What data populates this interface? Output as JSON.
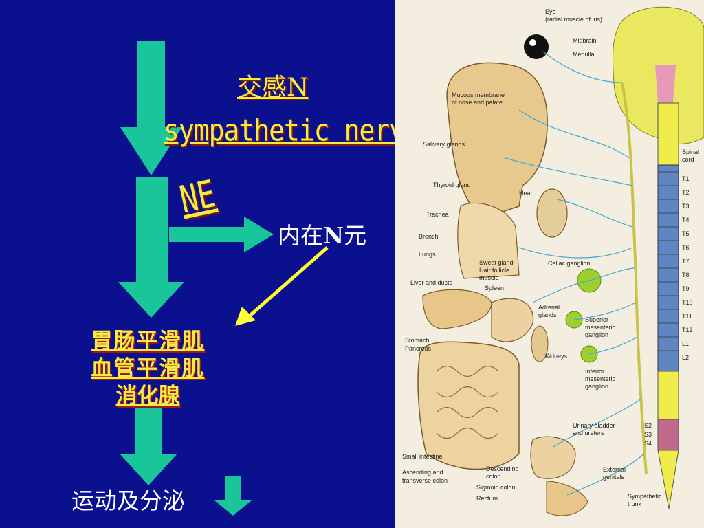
{
  "labels": {
    "sympathetic_cn": "交感N",
    "sympathetic_en": "sympathetic nerve",
    "transmitter": "NE",
    "intrinsic_neuron_prefix": "内在",
    "intrinsic_neuron_letter": "N",
    "intrinsic_neuron_suffix": "元",
    "target_1": "胃肠平滑肌",
    "target_2": "血管平滑肌",
    "target_3": "消化腺",
    "effect": "运动及分泌"
  },
  "colors": {
    "background": "#0b118e",
    "arrow": "#19c69a",
    "highlight_arrow": "#ffff33",
    "title_text": "#f4ec46"
  },
  "anatomy": {
    "organs": [
      "Eye",
      "(radial muscle of iris)",
      "Midbrain",
      "Medulla",
      "Mucous membrane",
      "of nose and palate",
      "Salivary glands",
      "Thyroid gland",
      "Heart",
      "Trachea",
      "Bronchi",
      "Lungs",
      "Sweat gland",
      "Hair follicle",
      "muscle",
      "Celiac ganglion",
      "Liver and ducts",
      "Spleen",
      "Adrenal",
      "glands",
      "Superior",
      "mesenteric",
      "ganglion",
      "Stomach",
      "Pancreas",
      "Kidneys",
      "Inferior",
      "mesenteric",
      "ganglion",
      "Urinary bladder",
      "and ureters",
      "Small intestine",
      "Descending",
      "colon",
      "Ascending and",
      "transverse colon",
      "Sigmoid colon",
      "Rectum",
      "External",
      "genitals",
      "Sympathetic",
      "trunk"
    ],
    "spinal_labels": [
      "Spinal",
      "cord"
    ],
    "segments": [
      "T1",
      "T2",
      "T3",
      "T4",
      "T5",
      "T6",
      "T7",
      "T8",
      "T9",
      "T10",
      "T11",
      "T12",
      "L1",
      "L2"
    ],
    "sacral": [
      "S2",
      "S3",
      "S4"
    ]
  }
}
